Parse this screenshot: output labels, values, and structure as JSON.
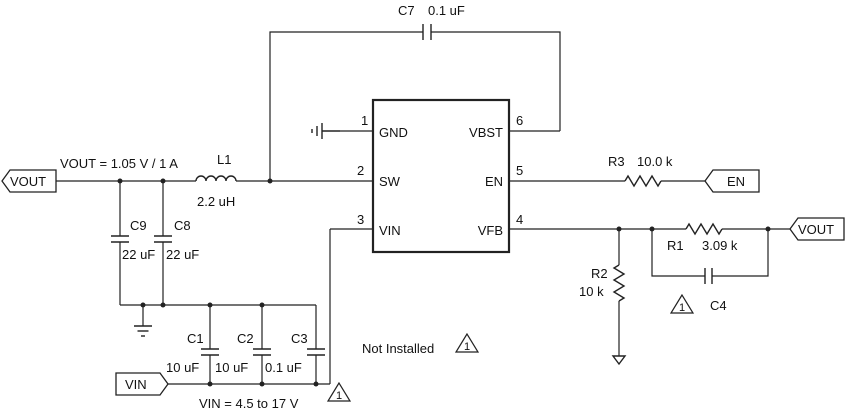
{
  "ic": {
    "pins": [
      {
        "num": "1",
        "name": "GND"
      },
      {
        "num": "2",
        "name": "SW"
      },
      {
        "num": "3",
        "name": "VIN"
      },
      {
        "num": "4",
        "name": "VFB"
      },
      {
        "num": "5",
        "name": "EN"
      },
      {
        "num": "6",
        "name": "VBST"
      }
    ]
  },
  "components": {
    "C7": {
      "ref": "C7",
      "value": "0.1 uF"
    },
    "L1": {
      "ref": "L1",
      "value": "2.2 uH"
    },
    "R3": {
      "ref": "R3",
      "value": "10.0 k"
    },
    "R1": {
      "ref": "R1",
      "value": "3.09 k"
    },
    "R2": {
      "ref": "R2",
      "value": "10 k"
    },
    "C4": {
      "ref": "C4"
    },
    "C9": {
      "ref": "C9",
      "value": "22 uF"
    },
    "C8": {
      "ref": "C8",
      "value": "22 uF"
    },
    "C1": {
      "ref": "C1",
      "value": "10 uF"
    },
    "C2": {
      "ref": "C2",
      "value": "10 uF"
    },
    "C3": {
      "ref": "C3",
      "value": "0.1 uF"
    }
  },
  "ports": {
    "vout_left": "VOUT",
    "vout_right": "VOUT",
    "en": "EN",
    "vin": "VIN"
  },
  "annotations": {
    "vout_spec": "VOUT = 1.05 V / 1 A",
    "vin_spec": "VIN = 4.5 to 17 V",
    "not_installed": "Not Installed",
    "warning_mark": "1"
  }
}
